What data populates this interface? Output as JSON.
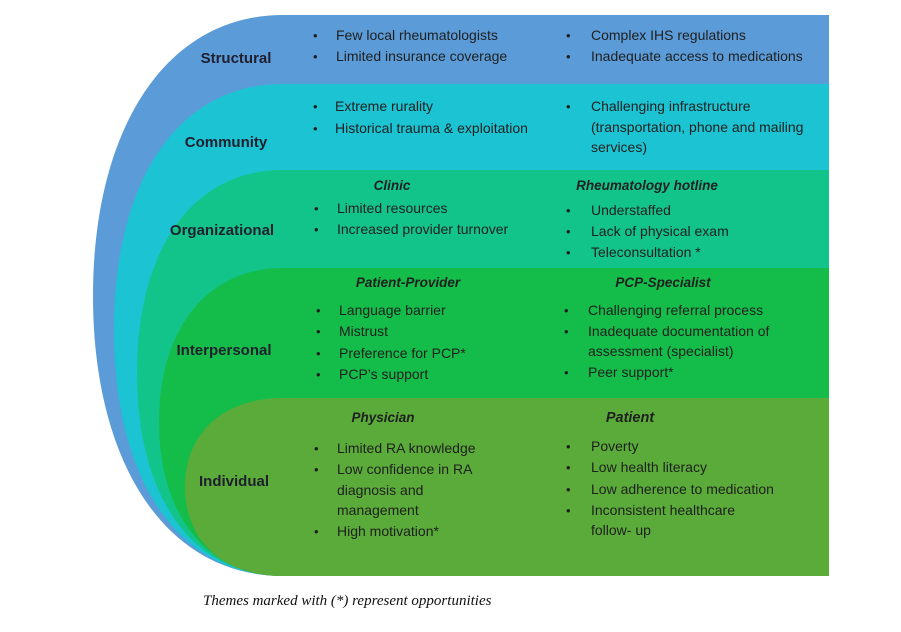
{
  "colors": {
    "structural": "#5b9bd8",
    "community": "#1cc3d2",
    "organizational": "#13c48a",
    "interpersonal": "#14bd4a",
    "individual": "#5aab39",
    "text": "#1f1f1f"
  },
  "levels": [
    {
      "id": "structural",
      "label": "Structural",
      "left": {
        "heading": "",
        "items": [
          "Few local rheumatologists",
          "Limited insurance coverage"
        ]
      },
      "right": {
        "heading": "",
        "items": [
          "Complex IHS regulations",
          "Inadequate access to medications"
        ]
      }
    },
    {
      "id": "community",
      "label": "Community",
      "left": {
        "heading": "",
        "items": [
          "Extreme rurality",
          "Historical trauma & exploitation"
        ]
      },
      "right": {
        "heading": "",
        "items": [
          "Challenging infrastructure",
          "(transportation, phone and mailing",
          "services)"
        ]
      }
    },
    {
      "id": "organizational",
      "label": "Organizational",
      "left": {
        "heading": "Clinic",
        "items": [
          "Limited resources",
          "Increased provider turnover"
        ]
      },
      "right": {
        "heading": "Rheumatology hotline",
        "items": [
          "Understaffed",
          "Lack of physical exam",
          "Teleconsultation *"
        ]
      }
    },
    {
      "id": "interpersonal",
      "label": "Interpersonal",
      "left": {
        "heading": "Patient-Provider",
        "items": [
          "Language barrier",
          "Mistrust",
          "Preference for PCP*",
          "PCP’s support"
        ]
      },
      "right": {
        "heading": "PCP-Specialist",
        "items": [
          "Challenging referral process",
          "Inadequate documentation of",
          "assessment (specialist)",
          "Peer support*"
        ]
      }
    },
    {
      "id": "individual",
      "label": "Individual",
      "left": {
        "heading": "Physician",
        "items": [
          "Limited RA knowledge",
          "Low confidence in RA",
          "diagnosis and",
          "management",
          "High motivation*"
        ]
      },
      "right": {
        "heading": "Patient",
        "items": [
          "Poverty",
          "Low health literacy",
          "Low adherence to medication",
          "Inconsistent healthcare",
          "follow- up"
        ]
      }
    }
  ],
  "caption": "Themes marked with (*) represent opportunities"
}
